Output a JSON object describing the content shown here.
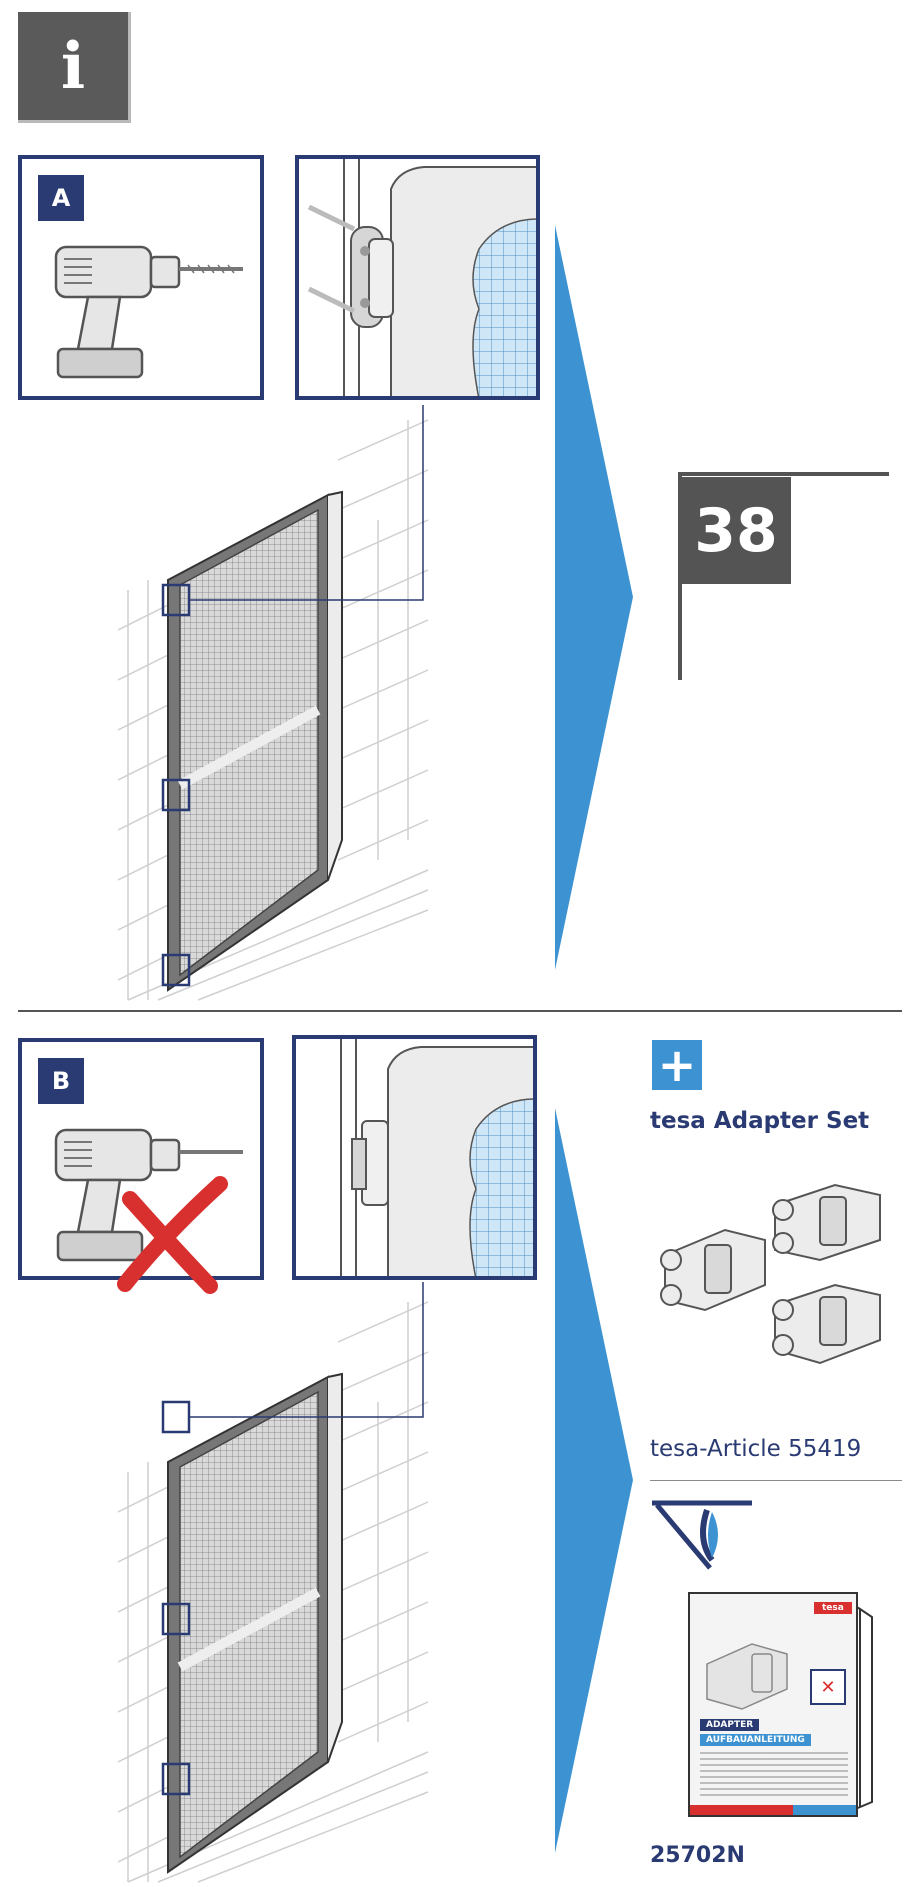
{
  "info": {
    "glyph": "i"
  },
  "step_a": {
    "badge": "A"
  },
  "step_b": {
    "badge": "B"
  },
  "step_number": "38",
  "accessory": {
    "title": "tesa Adapter Set",
    "article": "tesa-Article 55419",
    "booklet_code": "25702N",
    "booklet_brand": "tesa",
    "booklet_heading": "ADAPTER",
    "booklet_subheading": "AUFBAUANLEITUNG"
  },
  "colors": {
    "navy": "#2a3a72",
    "arrow_blue": "#3d93d2",
    "grey_box": "#5a5a5a",
    "mesh_blue": "#cfe6f7",
    "cross_red": "#d8302e"
  },
  "icons": [
    "info-icon",
    "drill-icon",
    "hinge-detail-icon",
    "door-illustration",
    "plus-icon",
    "eye-read-icon",
    "booklet-icon",
    "adapter-clip-icon"
  ]
}
